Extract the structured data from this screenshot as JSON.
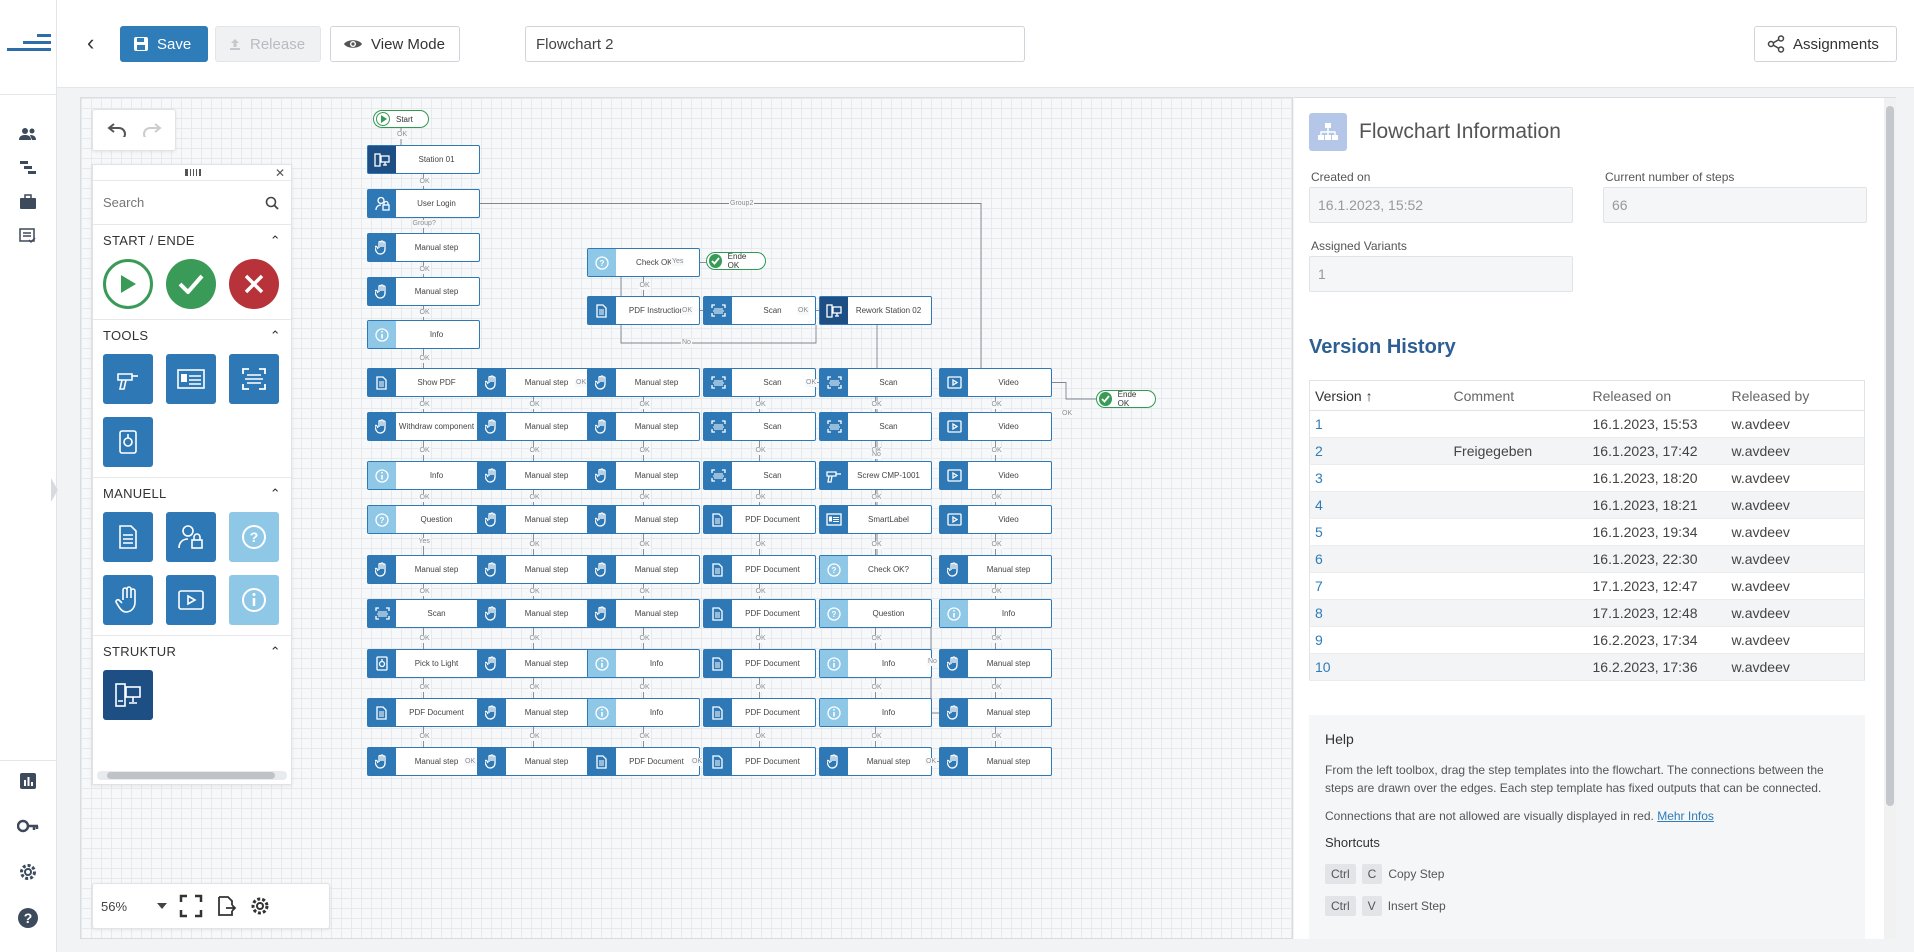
{
  "topbar": {
    "back_label": "‹",
    "save_label": "Save",
    "release_label": "Release",
    "viewmode_label": "View Mode",
    "flowchart_name": "Flowchart 2",
    "assignments_label": "Assignments"
  },
  "toolbox": {
    "search_placeholder": "Search",
    "sections": {
      "start": "START / ENDE",
      "tools": "TOOLS",
      "manual": "MANUELL",
      "structure": "STRUKTUR"
    }
  },
  "zoom": {
    "value": "56%"
  },
  "flow": {
    "nodes": [
      {
        "id": "n1",
        "label": "Station 01",
        "icon": "station"
      },
      {
        "id": "n2",
        "label": "User Login",
        "icon": "user"
      },
      {
        "id": "n3",
        "label": "Manual step",
        "icon": "hand"
      },
      {
        "id": "n4",
        "label": "Manual step",
        "icon": "hand"
      },
      {
        "id": "n5",
        "label": "Info",
        "icon": "info"
      },
      {
        "id": "n6",
        "label": "Show PDF",
        "icon": "doc"
      },
      {
        "id": "n7",
        "label": "Withdraw component",
        "icon": "hand"
      },
      {
        "id": "n8",
        "label": "Info",
        "icon": "info"
      },
      {
        "id": "n9",
        "label": "Question",
        "icon": "question"
      },
      {
        "id": "n10",
        "label": "Manual step",
        "icon": "hand"
      },
      {
        "id": "n11",
        "label": "Scan",
        "icon": "scan"
      },
      {
        "id": "n12",
        "label": "Pick to Light",
        "icon": "light"
      },
      {
        "id": "n13",
        "label": "PDF Document",
        "icon": "doc"
      },
      {
        "id": "n14",
        "label": "Manual step",
        "icon": "hand"
      },
      {
        "id": "m1",
        "label": "Manual step",
        "icon": "hand"
      },
      {
        "id": "m2",
        "label": "Manual step",
        "icon": "hand"
      },
      {
        "id": "m3",
        "label": "Manual step",
        "icon": "hand"
      },
      {
        "id": "m4",
        "label": "Manual step",
        "icon": "hand"
      },
      {
        "id": "m5",
        "label": "Manual step",
        "icon": "hand"
      },
      {
        "id": "m6",
        "label": "Manual step",
        "icon": "hand"
      },
      {
        "id": "m7",
        "label": "Manual step",
        "icon": "hand"
      },
      {
        "id": "m8",
        "label": "Manual step",
        "icon": "hand"
      },
      {
        "id": "m9",
        "label": "Manual step",
        "icon": "hand"
      },
      {
        "id": "p1",
        "label": "Manual step",
        "icon": "hand"
      },
      {
        "id": "p2",
        "label": "Manual step",
        "icon": "hand"
      },
      {
        "id": "p3",
        "label": "Manual step",
        "icon": "hand"
      },
      {
        "id": "p4",
        "label": "Manual step",
        "icon": "hand"
      },
      {
        "id": "p5",
        "label": "Manual step",
        "icon": "hand"
      },
      {
        "id": "p6",
        "label": "Manual step",
        "icon": "hand"
      },
      {
        "id": "p7",
        "label": "Info",
        "icon": "info"
      },
      {
        "id": "p8",
        "label": "Info",
        "icon": "info"
      },
      {
        "id": "p9",
        "label": "PDF Document",
        "icon": "doc"
      },
      {
        "id": "q1",
        "label": "Check OK?",
        "icon": "question"
      },
      {
        "id": "q2",
        "label": "PDF Instruction",
        "icon": "doc"
      },
      {
        "id": "r1",
        "label": "Scan",
        "icon": "scan"
      },
      {
        "id": "s1",
        "label": "Scan",
        "icon": "scan"
      },
      {
        "id": "s2",
        "label": "Scan",
        "icon": "scan"
      },
      {
        "id": "s3",
        "label": "Scan",
        "icon": "scan"
      },
      {
        "id": "s4",
        "label": "PDF Document",
        "icon": "doc"
      },
      {
        "id": "s5",
        "label": "PDF Document",
        "icon": "doc"
      },
      {
        "id": "s6",
        "label": "PDF Document",
        "icon": "doc"
      },
      {
        "id": "s7",
        "label": "PDF Document",
        "icon": "doc"
      },
      {
        "id": "s8",
        "label": "PDF Document",
        "icon": "doc"
      },
      {
        "id": "s9",
        "label": "PDF Document",
        "icon": "doc"
      },
      {
        "id": "t0",
        "label": "Rework Station 02",
        "icon": "station"
      },
      {
        "id": "t1",
        "label": "Scan",
        "icon": "scan"
      },
      {
        "id": "t2",
        "label": "Scan",
        "icon": "scan"
      },
      {
        "id": "t3",
        "label": "Screw CMP-1001",
        "icon": "drill"
      },
      {
        "id": "t4",
        "label": "SmartLabel",
        "icon": "label"
      },
      {
        "id": "t5",
        "label": "Check OK?",
        "icon": "question"
      },
      {
        "id": "t6",
        "label": "Question",
        "icon": "question"
      },
      {
        "id": "t7",
        "label": "Info",
        "icon": "info"
      },
      {
        "id": "t8",
        "label": "Info",
        "icon": "info"
      },
      {
        "id": "t9",
        "label": "Manual step",
        "icon": "hand"
      },
      {
        "id": "u1",
        "label": "Video",
        "icon": "video"
      },
      {
        "id": "u2",
        "label": "Video",
        "icon": "video"
      },
      {
        "id": "u3",
        "label": "Video",
        "icon": "video"
      },
      {
        "id": "u4",
        "label": "Video",
        "icon": "video"
      },
      {
        "id": "u5",
        "label": "Manual step",
        "icon": "hand"
      },
      {
        "id": "u6",
        "label": "Info",
        "icon": "info"
      },
      {
        "id": "u7",
        "label": "Manual step",
        "icon": "hand"
      },
      {
        "id": "u8",
        "label": "Manual step",
        "icon": "hand"
      },
      {
        "id": "u9",
        "label": "Manual step",
        "icon": "hand"
      }
    ],
    "pills": [
      {
        "id": "start",
        "label": "Start",
        "kind": "start"
      },
      {
        "id": "end1",
        "label": "Ende OK",
        "kind": "end"
      },
      {
        "id": "end2",
        "label": "Ende OK",
        "kind": "end"
      }
    ],
    "edge_labels": {
      "ok": "OK",
      "yes": "Yes",
      "no": "No",
      "group": "Group2",
      "group_q": "Group?"
    }
  },
  "info": {
    "title": "Flowchart Information",
    "created_label": "Created on",
    "created_value": "16.1.2023, 15:52",
    "steps_label": "Current number of steps",
    "steps_value": "66",
    "variants_label": "Assigned Variants",
    "variants_value": "1"
  },
  "version_history": {
    "title": "Version History",
    "columns": [
      "Version ↑",
      "Comment",
      "Released on",
      "Released by"
    ],
    "rows": [
      [
        "1",
        "",
        "16.1.2023, 15:53",
        "w.avdeev"
      ],
      [
        "2",
        "Freigegeben",
        "16.1.2023, 17:42",
        "w.avdeev"
      ],
      [
        "3",
        "",
        "16.1.2023, 18:20",
        "w.avdeev"
      ],
      [
        "4",
        "",
        "16.1.2023, 18:21",
        "w.avdeev"
      ],
      [
        "5",
        "",
        "16.1.2023, 19:34",
        "w.avdeev"
      ],
      [
        "6",
        "",
        "16.1.2023, 22:30",
        "w.avdeev"
      ],
      [
        "7",
        "",
        "17.1.2023, 12:47",
        "w.avdeev"
      ],
      [
        "8",
        "",
        "17.1.2023, 12:48",
        "w.avdeev"
      ],
      [
        "9",
        "",
        "16.2.2023, 17:34",
        "w.avdeev"
      ],
      [
        "10",
        "",
        "16.2.2023, 17:36",
        "w.avdeev"
      ]
    ]
  },
  "help": {
    "title": "Help",
    "p1": "From the left toolbox, drag the step templates into the flowchart. The connections between the steps are drawn over the edges. Each step template has fixed outputs that can be connected.",
    "p2": "Connections that are not allowed are visually displayed in red.",
    "link": "Mehr Infos",
    "shortcuts_title": "Shortcuts",
    "shortcuts": [
      {
        "keys": [
          "Ctrl",
          "C"
        ],
        "label": "Copy Step"
      },
      {
        "keys": [
          "Ctrl",
          "V"
        ],
        "label": "Insert Step"
      }
    ]
  },
  "colors": {
    "primary": "#2e7cb8",
    "dark": "#1d4f85",
    "light": "#8fc7e6",
    "green": "#3a9a57",
    "red": "#b8323a"
  }
}
